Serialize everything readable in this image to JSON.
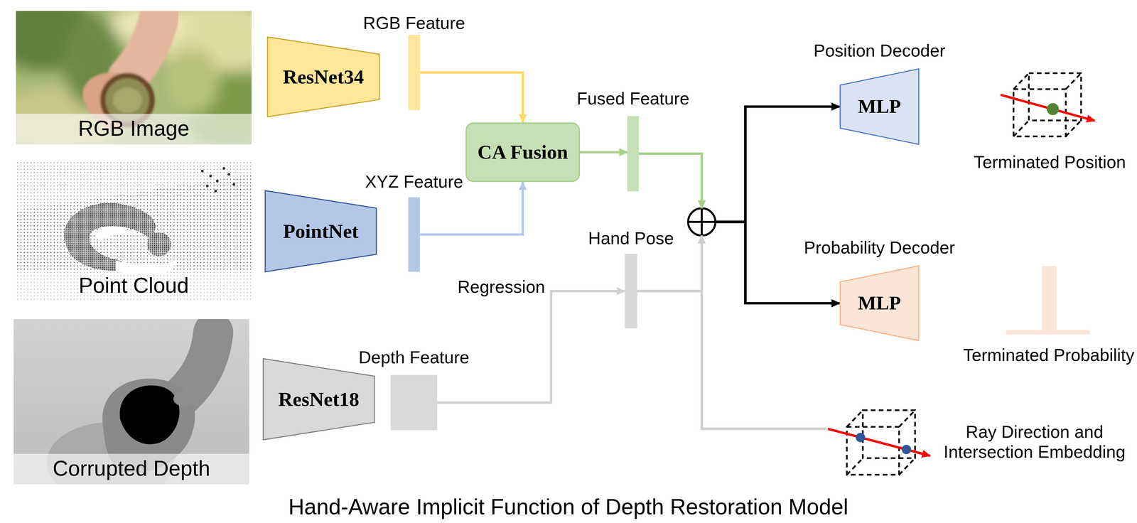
{
  "diagram": {
    "title": "Hand-Aware Implicit Function of Depth Restoration Model",
    "nodes": [
      {
        "text": [
          "RGB Image"
        ]
      },
      {
        "text": [
          "ResNet34"
        ]
      },
      {
        "text": [
          "RGB Feature"
        ]
      },
      {
        "text": [
          "CA Fusion"
        ]
      },
      {
        "text": [
          "Fused Feature"
        ]
      },
      {
        "text": [
          "Position Decoder",
          "MLP"
        ]
      },
      {
        "text": [
          "Point Cloud"
        ]
      },
      {
        "text": [
          "PointNet"
        ]
      },
      {
        "text": [
          "XYZ Feature"
        ]
      },
      {
        "text": [
          "Hand Pose"
        ]
      },
      {
        "text": [
          "Probability Decoder",
          "MLP"
        ]
      },
      {
        "text": [
          "Corrupted Depth"
        ]
      },
      {
        "text": [
          "ResNet18"
        ]
      },
      {
        "text": [
          "Depth Feature"
        ]
      },
      {
        "text": [
          "Ray Direction and Intersection Embedding"
        ]
      }
    ],
    "edges": [
      {
        "from": 2,
        "to": 3,
        "arrow": "to"
      },
      {
        "from": 8,
        "to": 3,
        "arrow": "to"
      },
      {
        "from": 3,
        "to": 4,
        "arrow": "to"
      },
      {
        "from": 4,
        "to": 5,
        "arrow": "to"
      },
      {
        "from": 4,
        "to": 10,
        "arrow": "to"
      },
      {
        "from": 13,
        "to": 9,
        "label": "Regression",
        "arrow": "to"
      },
      {
        "from": 9,
        "to": 5,
        "arrow": "to"
      },
      {
        "from": 9,
        "to": 10,
        "arrow": "to"
      },
      {
        "from": 14,
        "to": 5,
        "arrow": "to"
      },
      {
        "from": 14,
        "to": 10,
        "arrow": "to"
      }
    ],
    "labels": [
      "Terminated Position",
      "Terminated Probability"
    ]
  }
}
